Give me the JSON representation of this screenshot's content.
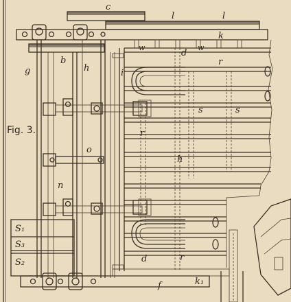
{
  "figure_label": "Fig. 3.",
  "labels": {
    "c": "c",
    "l1": "l",
    "l2": "l",
    "k": "k",
    "w1": "w",
    "d1": "d",
    "w2": "w",
    "r1": "r",
    "g": "g",
    "b": "b",
    "h": "h",
    "i": "i",
    "s1": "s",
    "s2": "s",
    "r2": "r",
    "o": "o",
    "h_mid": "h",
    "n": "n",
    "S1": "S₁",
    "S3": "S₃",
    "S2": "S₂",
    "d2": "d",
    "r3": "r",
    "f": "f",
    "k1": "k₁"
  },
  "colors": {
    "paper": "#e9dcc0",
    "ink": "#3b3024"
  }
}
